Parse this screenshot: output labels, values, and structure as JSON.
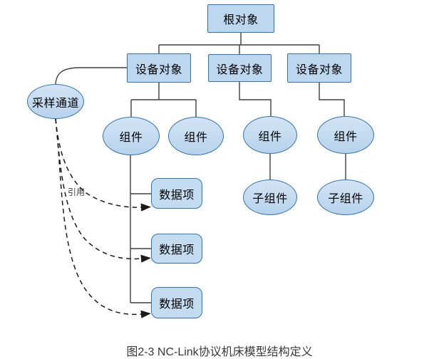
{
  "figure": {
    "caption": "图2-3 NC-Link协议机床模型结构定义",
    "reference_label": "引用"
  },
  "nodes": {
    "root": {
      "label": "根对象",
      "shape": "rect"
    },
    "device_1": {
      "label": "设备对象",
      "shape": "rect"
    },
    "device_2": {
      "label": "设备对象",
      "shape": "rect"
    },
    "device_3": {
      "label": "设备对象",
      "shape": "rect"
    },
    "sampling_channel": {
      "label": "采样通道",
      "shape": "ellipse"
    },
    "component_1": {
      "label": "组件",
      "shape": "ellipse"
    },
    "component_2": {
      "label": "组件",
      "shape": "ellipse"
    },
    "component_3": {
      "label": "组件",
      "shape": "ellipse"
    },
    "component_4": {
      "label": "组件",
      "shape": "ellipse"
    },
    "subcomponent_1": {
      "label": "子组件",
      "shape": "ellipse"
    },
    "subcomponent_2": {
      "label": "子组件",
      "shape": "ellipse"
    },
    "data_item_1": {
      "label": "数据项",
      "shape": "roundrect"
    },
    "data_item_2": {
      "label": "数据项",
      "shape": "roundrect"
    },
    "data_item_3": {
      "label": "数据项",
      "shape": "roundrect"
    }
  },
  "colors": {
    "node_fill": "#BDD7EE",
    "node_border": "#2E75B6",
    "connector": "#3F3F3F",
    "dashed_connector": "#1A1A1A"
  }
}
